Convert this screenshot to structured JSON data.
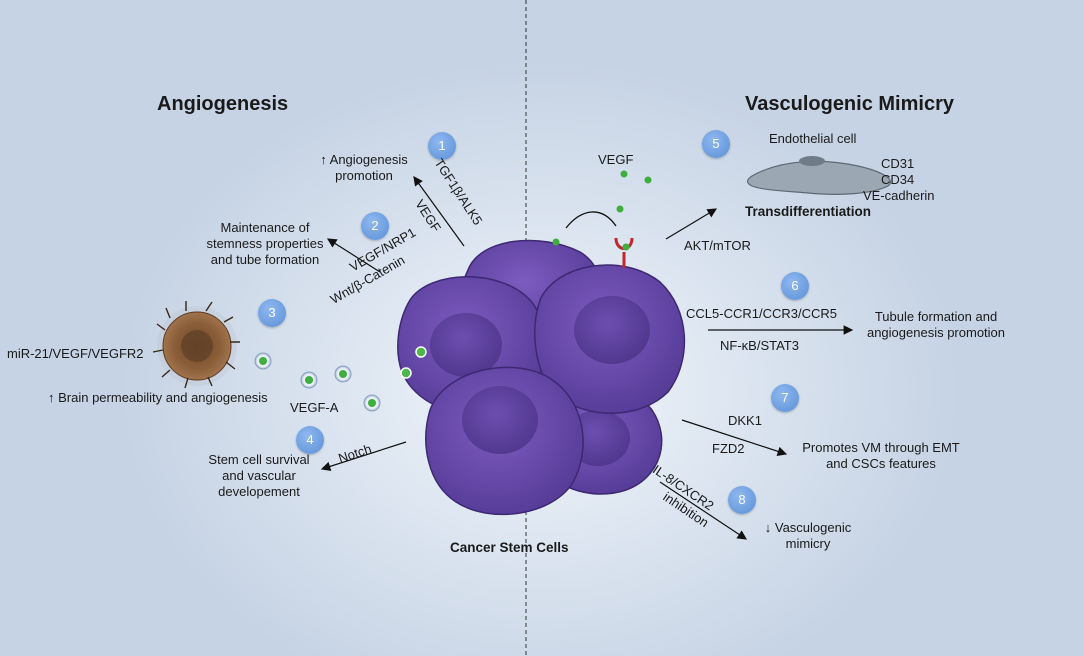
{
  "headings": {
    "left": "Angiogenesis",
    "right": "Vasculogenic Mimicry",
    "center": "Cancer Stem Cells"
  },
  "steps": [
    {
      "number": "1",
      "pathway": [
        "TGF1β/ALK5",
        "VEGF"
      ],
      "outcome": "↑ Angiogenesis promotion"
    },
    {
      "number": "2",
      "pathway": [
        "VEGF/NRP1",
        "Wnt/β-Catenin"
      ],
      "outcome": "Maintenance of stemness properties and tube formation"
    },
    {
      "number": "3",
      "pathway": [
        "miR-21/VEGF/VEGFR2"
      ],
      "outcome": "↑ Brain permeability and angiogenesis"
    },
    {
      "number": "4",
      "pathway": [
        "Notch"
      ],
      "outcome": "Stem cell survival and vascular developement"
    },
    {
      "number": "5",
      "pathway": [
        "AKT/mTOR"
      ],
      "outcome": "Transdifferentiation"
    },
    {
      "number": "6",
      "pathway": [
        "CCL5-CCR1/CCR3/CCR5",
        "NF-κB/STAT3"
      ],
      "outcome": "Tubule formation and angiogenesis promotion"
    },
    {
      "number": "7",
      "pathway": [
        "DKK1",
        "FZD2"
      ],
      "outcome": "Promotes VM through EMT and CSCs features"
    },
    {
      "number": "8",
      "pathway": [
        "IL-8/CXCR2",
        "inhibition"
      ],
      "outcome": "↓ Vasculogenic mimicry"
    }
  ],
  "labels": {
    "vegf_a": "VEGF-A",
    "vegf_right": "VEGF",
    "endothelial_cell": "Endothelial cell",
    "markers": [
      "CD31",
      "CD34",
      "VE-cadherin"
    ]
  },
  "colors": {
    "background": "#c9d6e6",
    "cell_fill": "#6a4aa8",
    "nucleus": "#5a3d96",
    "vesicle": "#3fae3f",
    "badge": "#6fa0e0",
    "receptor": "#c0272d",
    "endothelial": "#9fabb5"
  }
}
